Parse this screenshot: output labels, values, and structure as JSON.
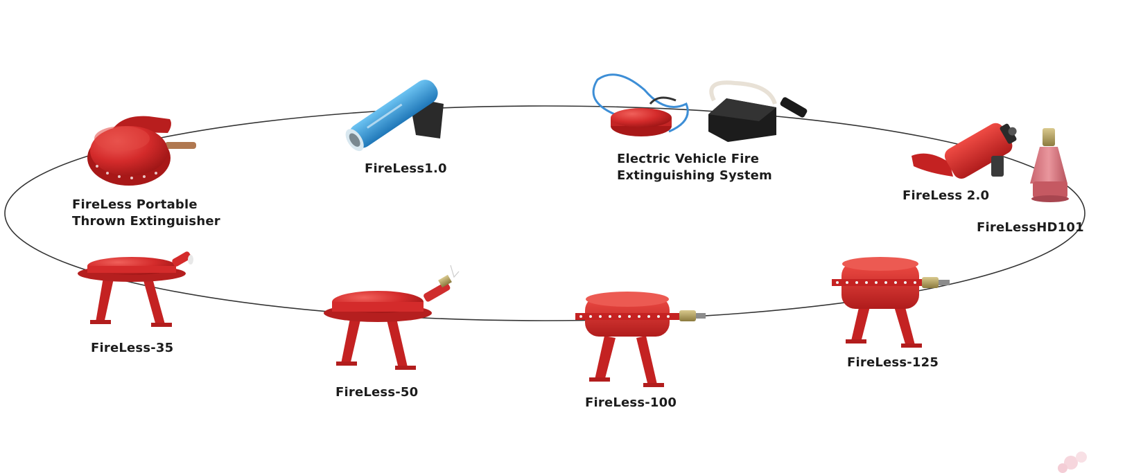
{
  "products": {
    "portable_thrown": {
      "line1": "FireLess Portable",
      "line2": "Thrown Extinguisher"
    },
    "fireless_1_0": {
      "label": "FireLess1.0"
    },
    "ev_system": {
      "line1": "Electric Vehicle Fire",
      "line2": "Extinguishing System"
    },
    "fireless_2_0": {
      "label": "FireLess 2.0"
    },
    "hd101": {
      "label": "FireLessHD101"
    },
    "fireless_35": {
      "label": "FireLess-35"
    },
    "fireless_50": {
      "label": "FireLess-50"
    },
    "fireless_100": {
      "label": "FireLess-100"
    },
    "fireless_125": {
      "label": "FireLess-125"
    }
  },
  "colors": {
    "product_red": "#d42b2b",
    "dark_red": "#9e1616",
    "fireless_1_blue": "#2f95d6",
    "ellipse_line": "#333333"
  }
}
